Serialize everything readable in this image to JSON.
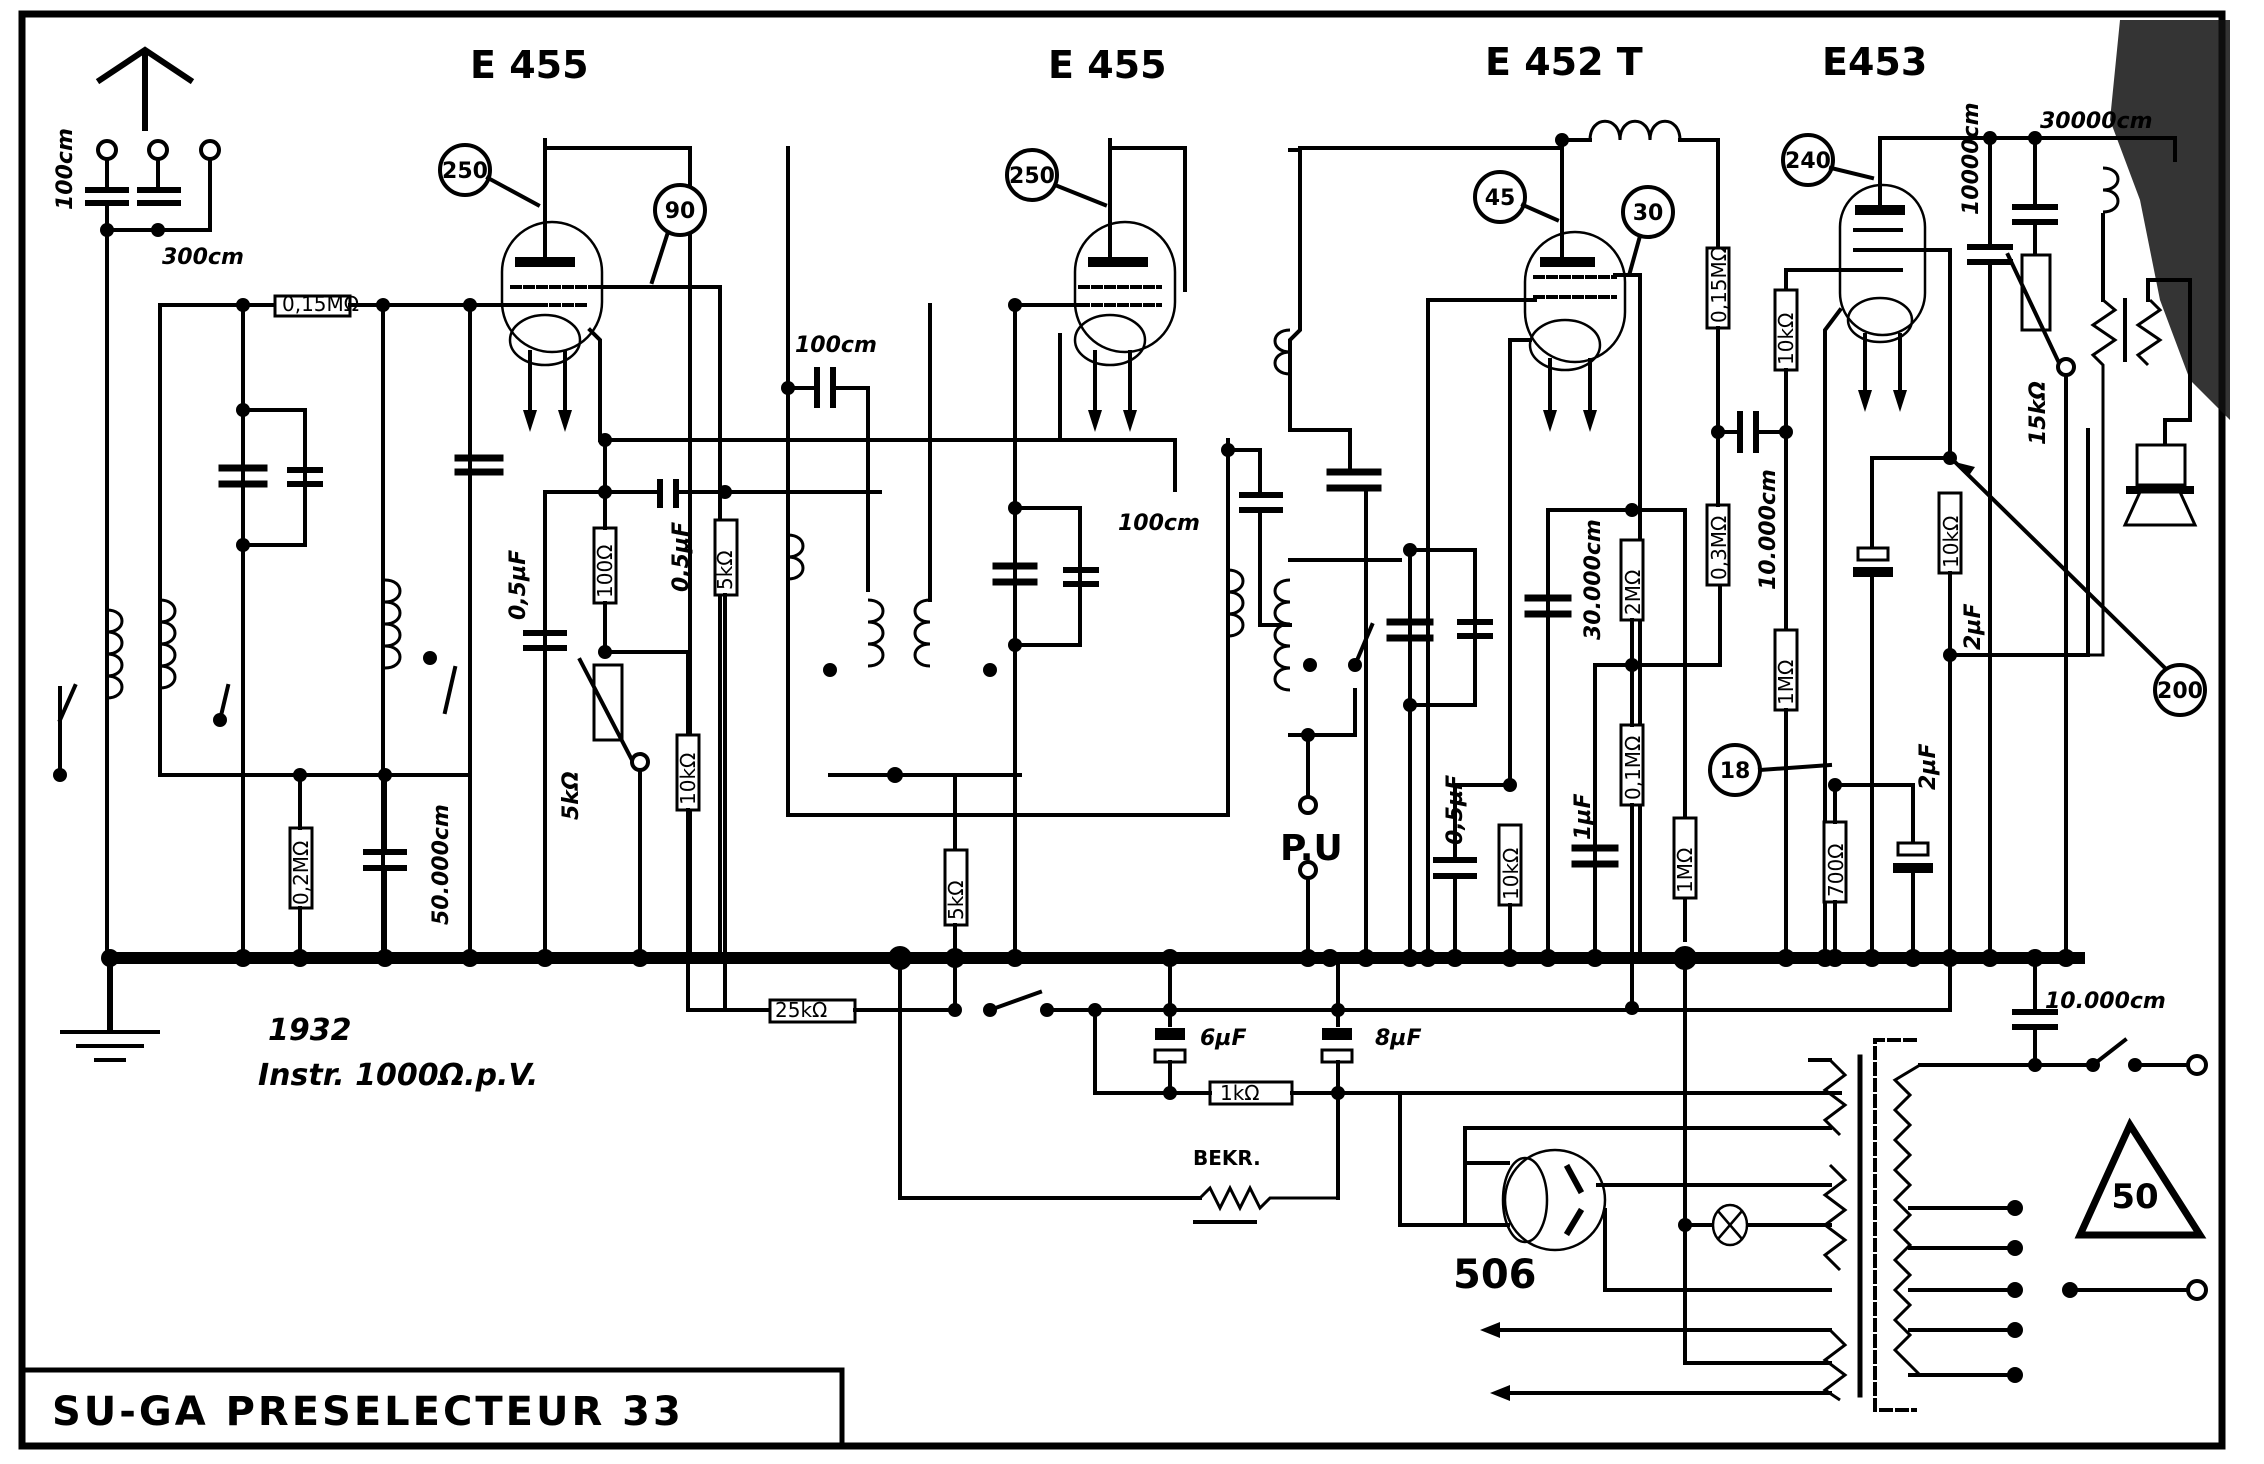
{
  "title": "SU-GA  PRESELECTEUR  33",
  "year": "1932",
  "instrument_note": "Instr. 1000Ω.p.V.",
  "tubes": [
    {
      "type": "E 455",
      "voltage_marker": "250",
      "screen_marker": "90"
    },
    {
      "type": "E 455",
      "voltage_marker": "250"
    },
    {
      "type": "E 452 T",
      "voltage_marker": "45",
      "screen_marker": "30"
    },
    {
      "type": "E453",
      "voltage_marker": "240",
      "screen_marker": "200",
      "bias_marker": "18"
    }
  ],
  "rectifier": {
    "type": "506"
  },
  "mains": {
    "frequency_marker": "50"
  },
  "components": {
    "antenna_caps": [
      "100cm",
      "300cm"
    ],
    "r_015_first": "0,15MΩ",
    "r_02": "0,2MΩ",
    "c_50000": "50.000cm",
    "c_05_a": "0,5µF",
    "r_100": "100Ω",
    "c_05_b": "0,5µF",
    "r_5k_a": "5kΩ",
    "pot_5k": "5kΩ",
    "r_10k_a": "10kΩ",
    "c_100_a": "100cm",
    "r_5k_b": "5kΩ",
    "c_100_b": "100cm",
    "r_25k": "25kΩ",
    "c_6uf": "6µF",
    "c_8uf": "8µF",
    "r_1k": "1kΩ",
    "bekr": "BEKR.",
    "pu": "P.U",
    "c_05_c": "0,5µF",
    "r_10k_b": "10kΩ",
    "c_30000": "30.000cm",
    "r_2M": "2MΩ",
    "c_1uf": "1µF",
    "r_01M": "0,1MΩ",
    "r_1M_a": "1MΩ",
    "r_015_second": "0,15MΩ",
    "r_03M": "0,3MΩ",
    "c_10000_a": "10.000cm",
    "r_10k_c": "10kΩ",
    "r_1M_b": "1MΩ",
    "r_700": "700Ω",
    "c_2uf_a": "2µF",
    "c_2uf_b": "2µF",
    "r_10k_d": "10kΩ",
    "pot_15k": "15kΩ",
    "c_10000_b": "10000cm",
    "c_30000_b": "30000cm",
    "c_10000_c": "10.000cm"
  }
}
